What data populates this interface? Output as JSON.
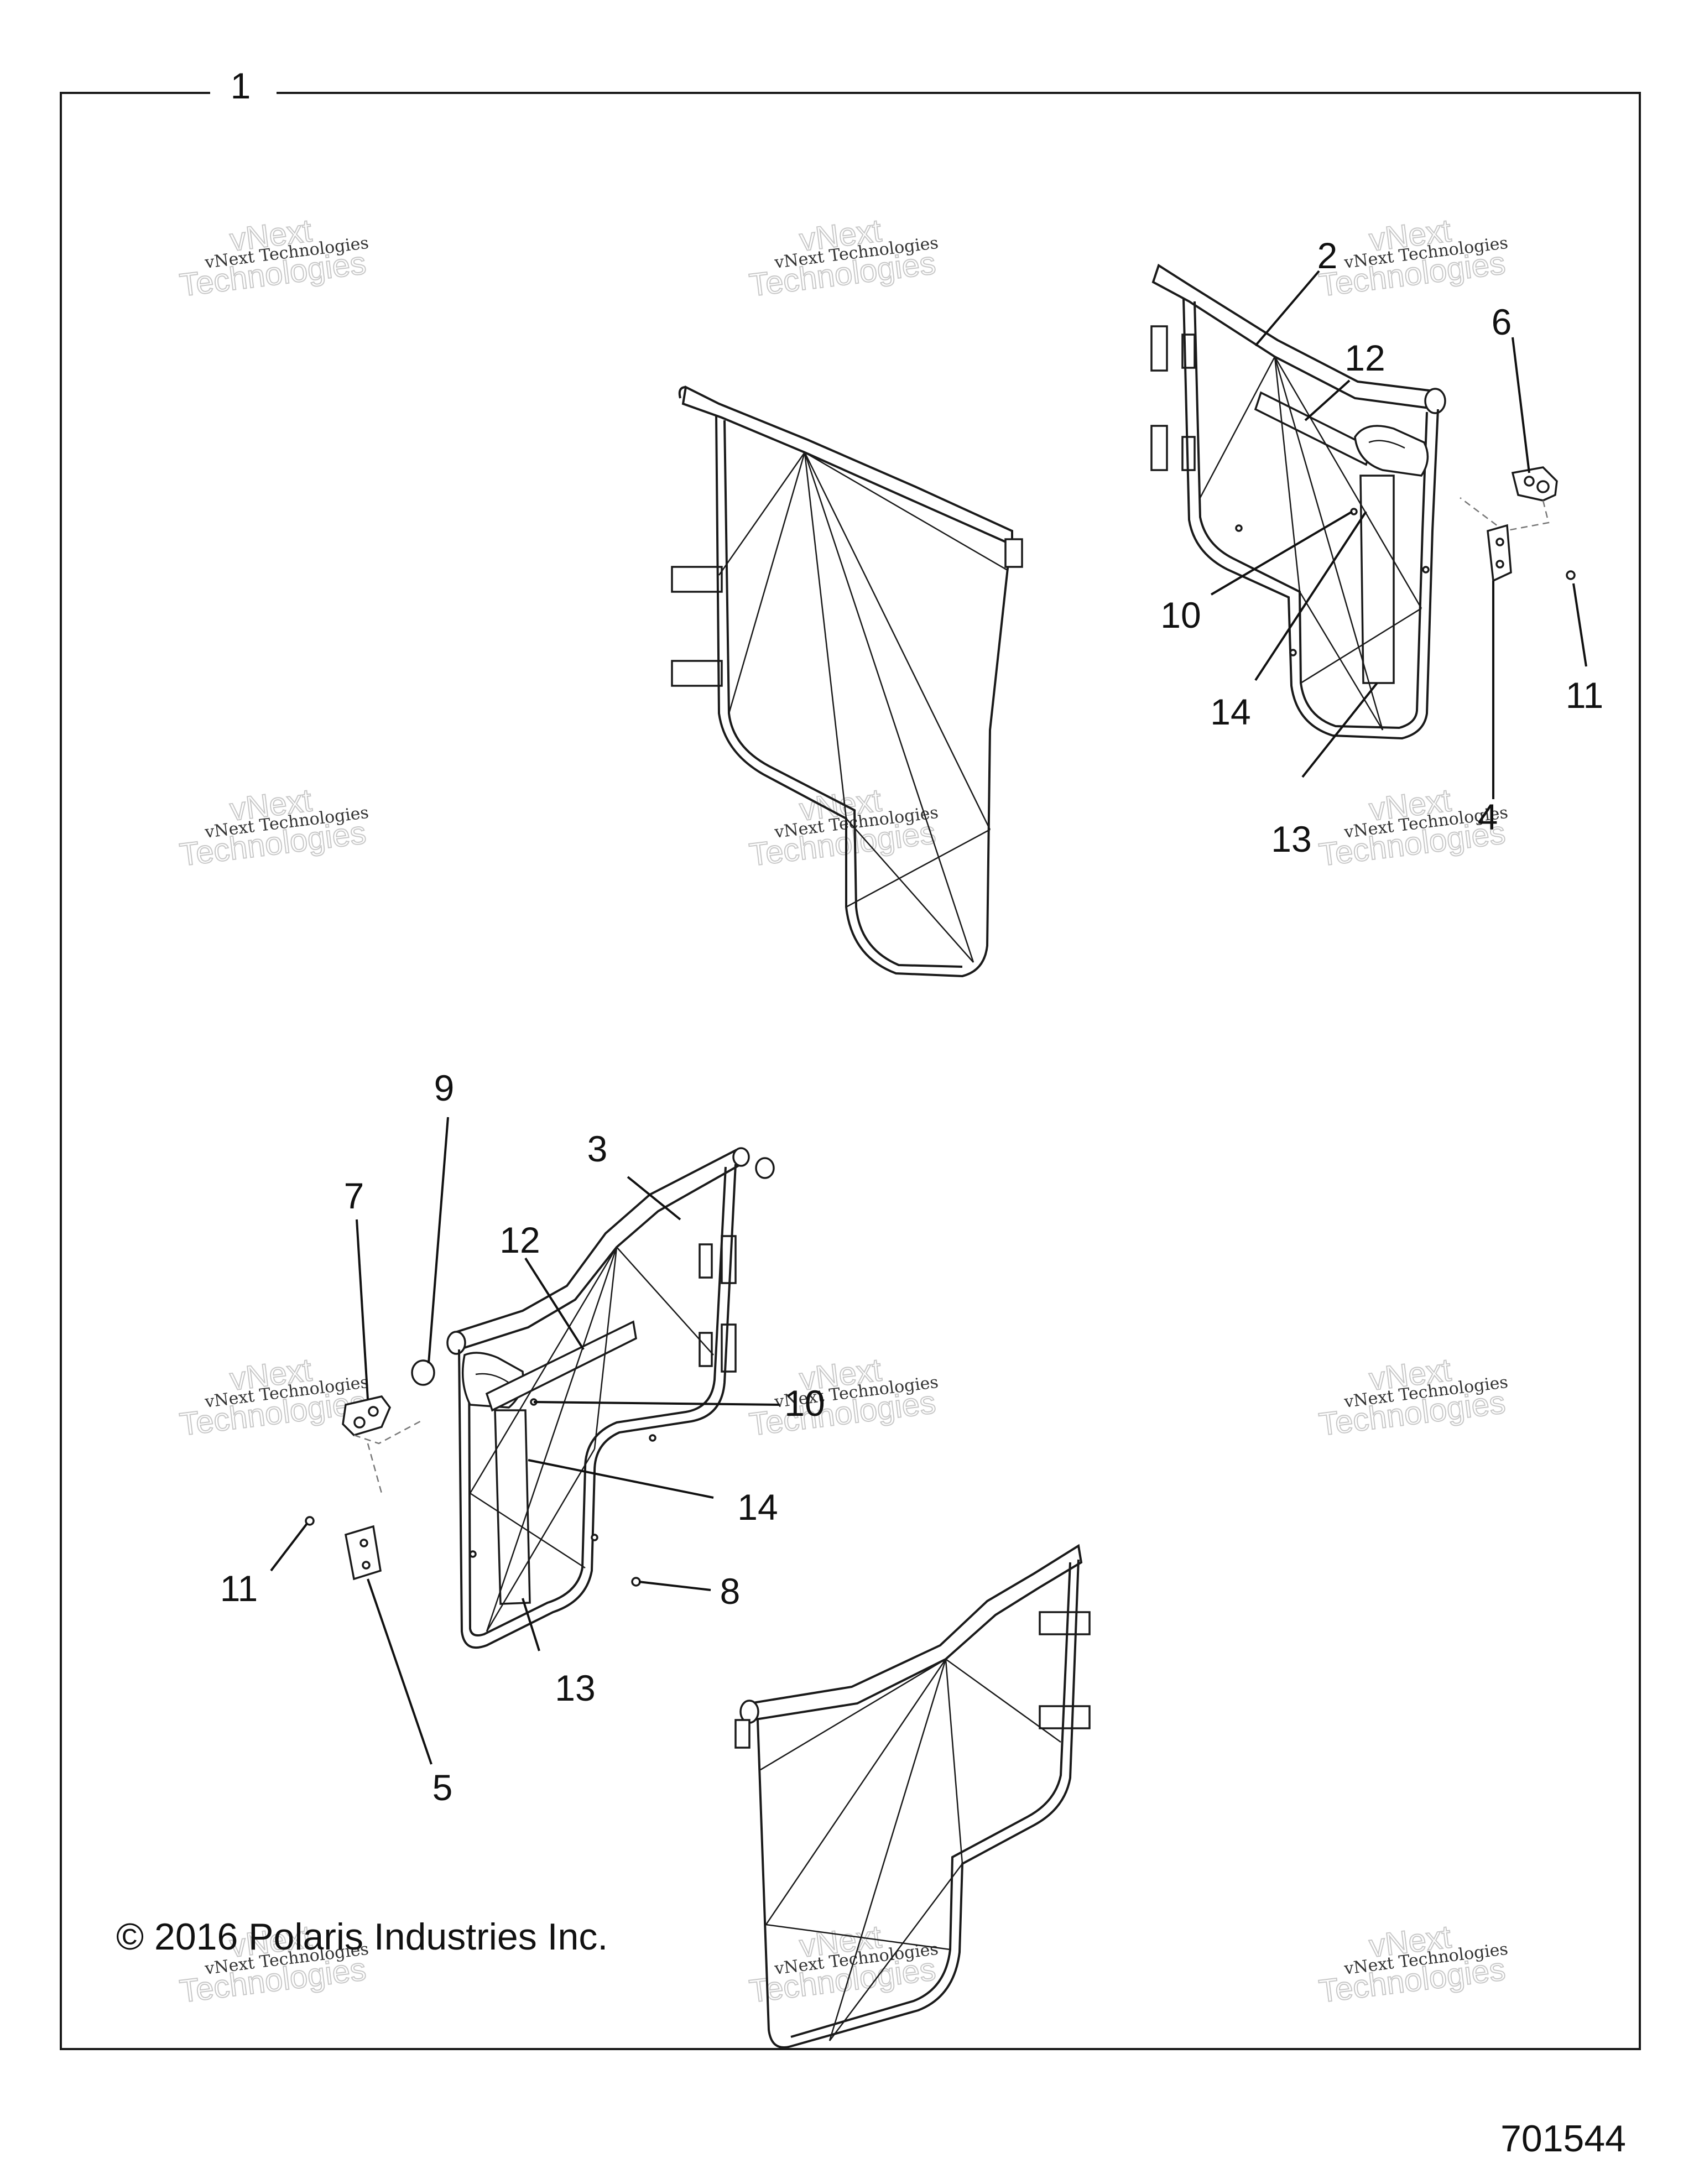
{
  "figure": {
    "frame_label": "1",
    "copyright": "© 2016 Polaris Industries Inc.",
    "figure_number": "701544",
    "watermark_line1": "vNext Technologies",
    "watermark_big": "vNext",
    "watermark_big2": "Technologies"
  },
  "callouts": {
    "c2": "2",
    "c3": "3",
    "c4": "4",
    "c5": "5",
    "c6": "6",
    "c7": "7",
    "c8": "8",
    "c9": "9",
    "c10a": "10",
    "c10b": "10",
    "c11a": "11",
    "c11b": "11",
    "c12a": "12",
    "c12b": "12",
    "c13a": "13",
    "c13b": "13",
    "c14a": "14",
    "c14b": "14"
  },
  "parts": {
    "door_right_upper": "door-assembly-right",
    "door_left_lower": "door-assembly-left",
    "door_panel_upper": "door-panel",
    "door_panel_lower": "door-panel",
    "latch_right": "door-latch",
    "latch_left": "door-latch",
    "hinge_right": "latch-bracket",
    "hinge_left": "latch-bracket",
    "cap": "tube-cap"
  }
}
